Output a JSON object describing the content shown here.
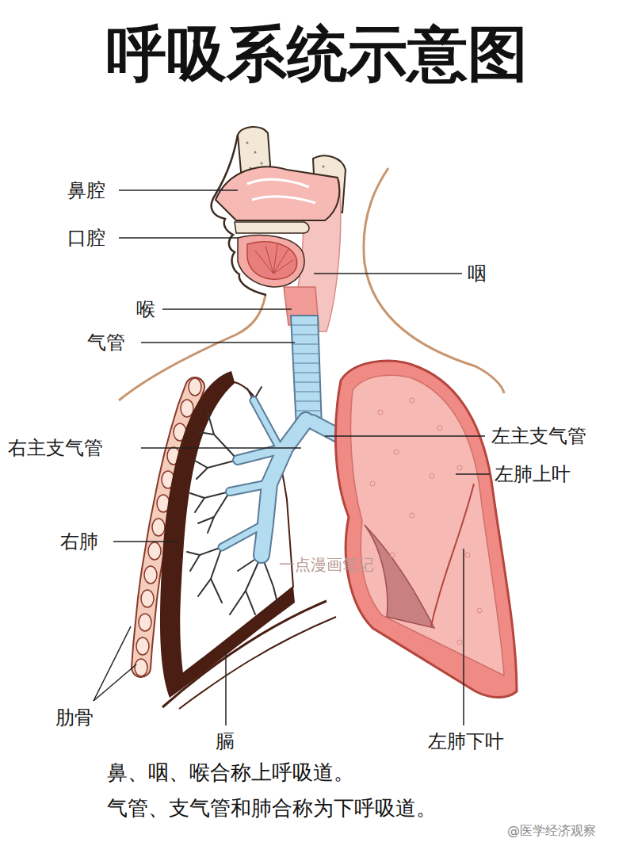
{
  "diagram": {
    "title": "呼吸系统示意图",
    "labels": [
      "鼻腔",
      "口腔",
      "咽",
      "喉",
      "气管",
      "右主支气管",
      "左主支气管",
      "左肺上叶",
      "右肺",
      "肋骨",
      "膈",
      "左肺下叶",
      "一点漫画笔记",
      "鼻、咽、喉合称上呼吸道。",
      "气管、支气管和肺合称为下呼吸道。",
      "@医学经济观察"
    ]
  }
}
